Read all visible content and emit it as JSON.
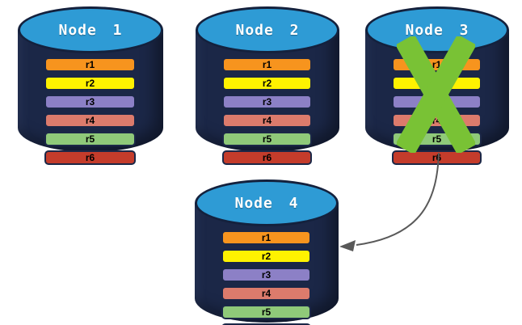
{
  "diagram": {
    "description": "Database replication diagram: four nodes each storing records r1-r6; Node 3 has failed and its data is recovered to Node 4"
  },
  "colors": {
    "background": "#FFFFFF",
    "cylinder_body": "#1B2747",
    "cylinder_top": "#2E9BD5",
    "cylinder_outline": "#14213D",
    "node_title_text": "#FFFFFF",
    "record_text": "#000000",
    "failure_x": "#79C235",
    "arrow": "#595959"
  },
  "icons": {
    "failure_x": "x-mark",
    "replication_arrow": "curved-arrow-left"
  },
  "records": [
    {
      "label": "r1",
      "color": "#F7941E"
    },
    {
      "label": "r2",
      "color": "#FFF200"
    },
    {
      "label": "r3",
      "color": "#8C80C6"
    },
    {
      "label": "r4",
      "color": "#DC7B6C"
    },
    {
      "label": "r5",
      "color": "#8FC979"
    },
    {
      "label": "r6",
      "color": "#C43C2B"
    }
  ],
  "nodes": [
    {
      "title": "Node 1",
      "failed": false
    },
    {
      "title": "Node 2",
      "failed": false
    },
    {
      "title": "Node 3",
      "failed": true
    },
    {
      "title": "Node 4",
      "failed": false
    }
  ]
}
